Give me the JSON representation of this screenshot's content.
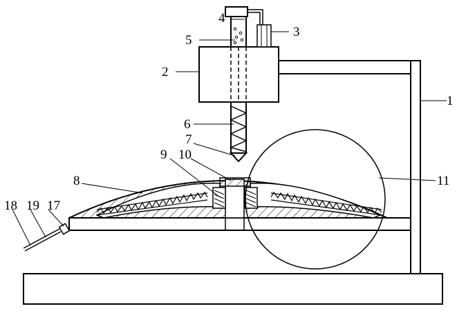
{
  "labels": {
    "l1": "1",
    "l2": "2",
    "l3": "3",
    "l4": "4",
    "l5": "5",
    "l6": "6",
    "l7": "7",
    "l8": "8",
    "l9": "9",
    "l10": "10",
    "l11": "11",
    "l17": "17",
    "l18": "18",
    "l19": "19"
  },
  "colors": {
    "stroke": "#000000",
    "background": "#ffffff",
    "hatch": "#000000"
  }
}
